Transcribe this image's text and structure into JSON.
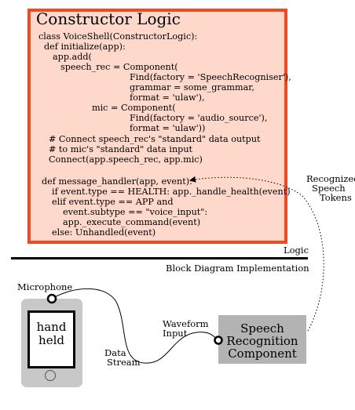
{
  "logic": {
    "title": "Constructor Logic",
    "code_lines": [
      "class VoiceShell(ConstructorLogic):",
      "def initialize(app):",
      "app.add(",
      "speech_rec = Component(",
      "Find(factory = 'SpeechRecogniser'),",
      "grammar = some_grammar,",
      "format = 'ulaw'),",
      "mic = Component(",
      "Find(factory = 'audio_source'),",
      "format = 'ulaw'))",
      "# Connect speech_rec's \"standard\" data output",
      "# to mic's \"standard\" data input",
      "Connect(app.speech_rec, app.mic)",
      "def message_handler(app, event):",
      "if event.type == HEALTH: app._handle_health(event)",
      "elif event.type == APP and",
      "event.subtype == \"voice_input\":",
      "app._execute_command(event)",
      "else: Unhandled(event)"
    ]
  },
  "labels": {
    "logic": "Logic",
    "block_diagram": "Block Diagram Implementation",
    "recognized_tokens": [
      "Recognized",
      "Speech",
      "Tokens"
    ],
    "microphone": "Microphone",
    "waveform_input": [
      "Waveform",
      "Input"
    ],
    "data_stream": [
      "Data",
      "Stream"
    ]
  },
  "handheld": {
    "text": [
      "hand",
      "held"
    ]
  },
  "speech_component": {
    "text": [
      "Speech",
      "Recognition",
      "Component"
    ]
  },
  "colors": {
    "logic_border": "#f04a23",
    "logic_fill": "#ffd8cc",
    "device_gray": "#c8c8c8",
    "component_gray": "#b3b3b3"
  }
}
